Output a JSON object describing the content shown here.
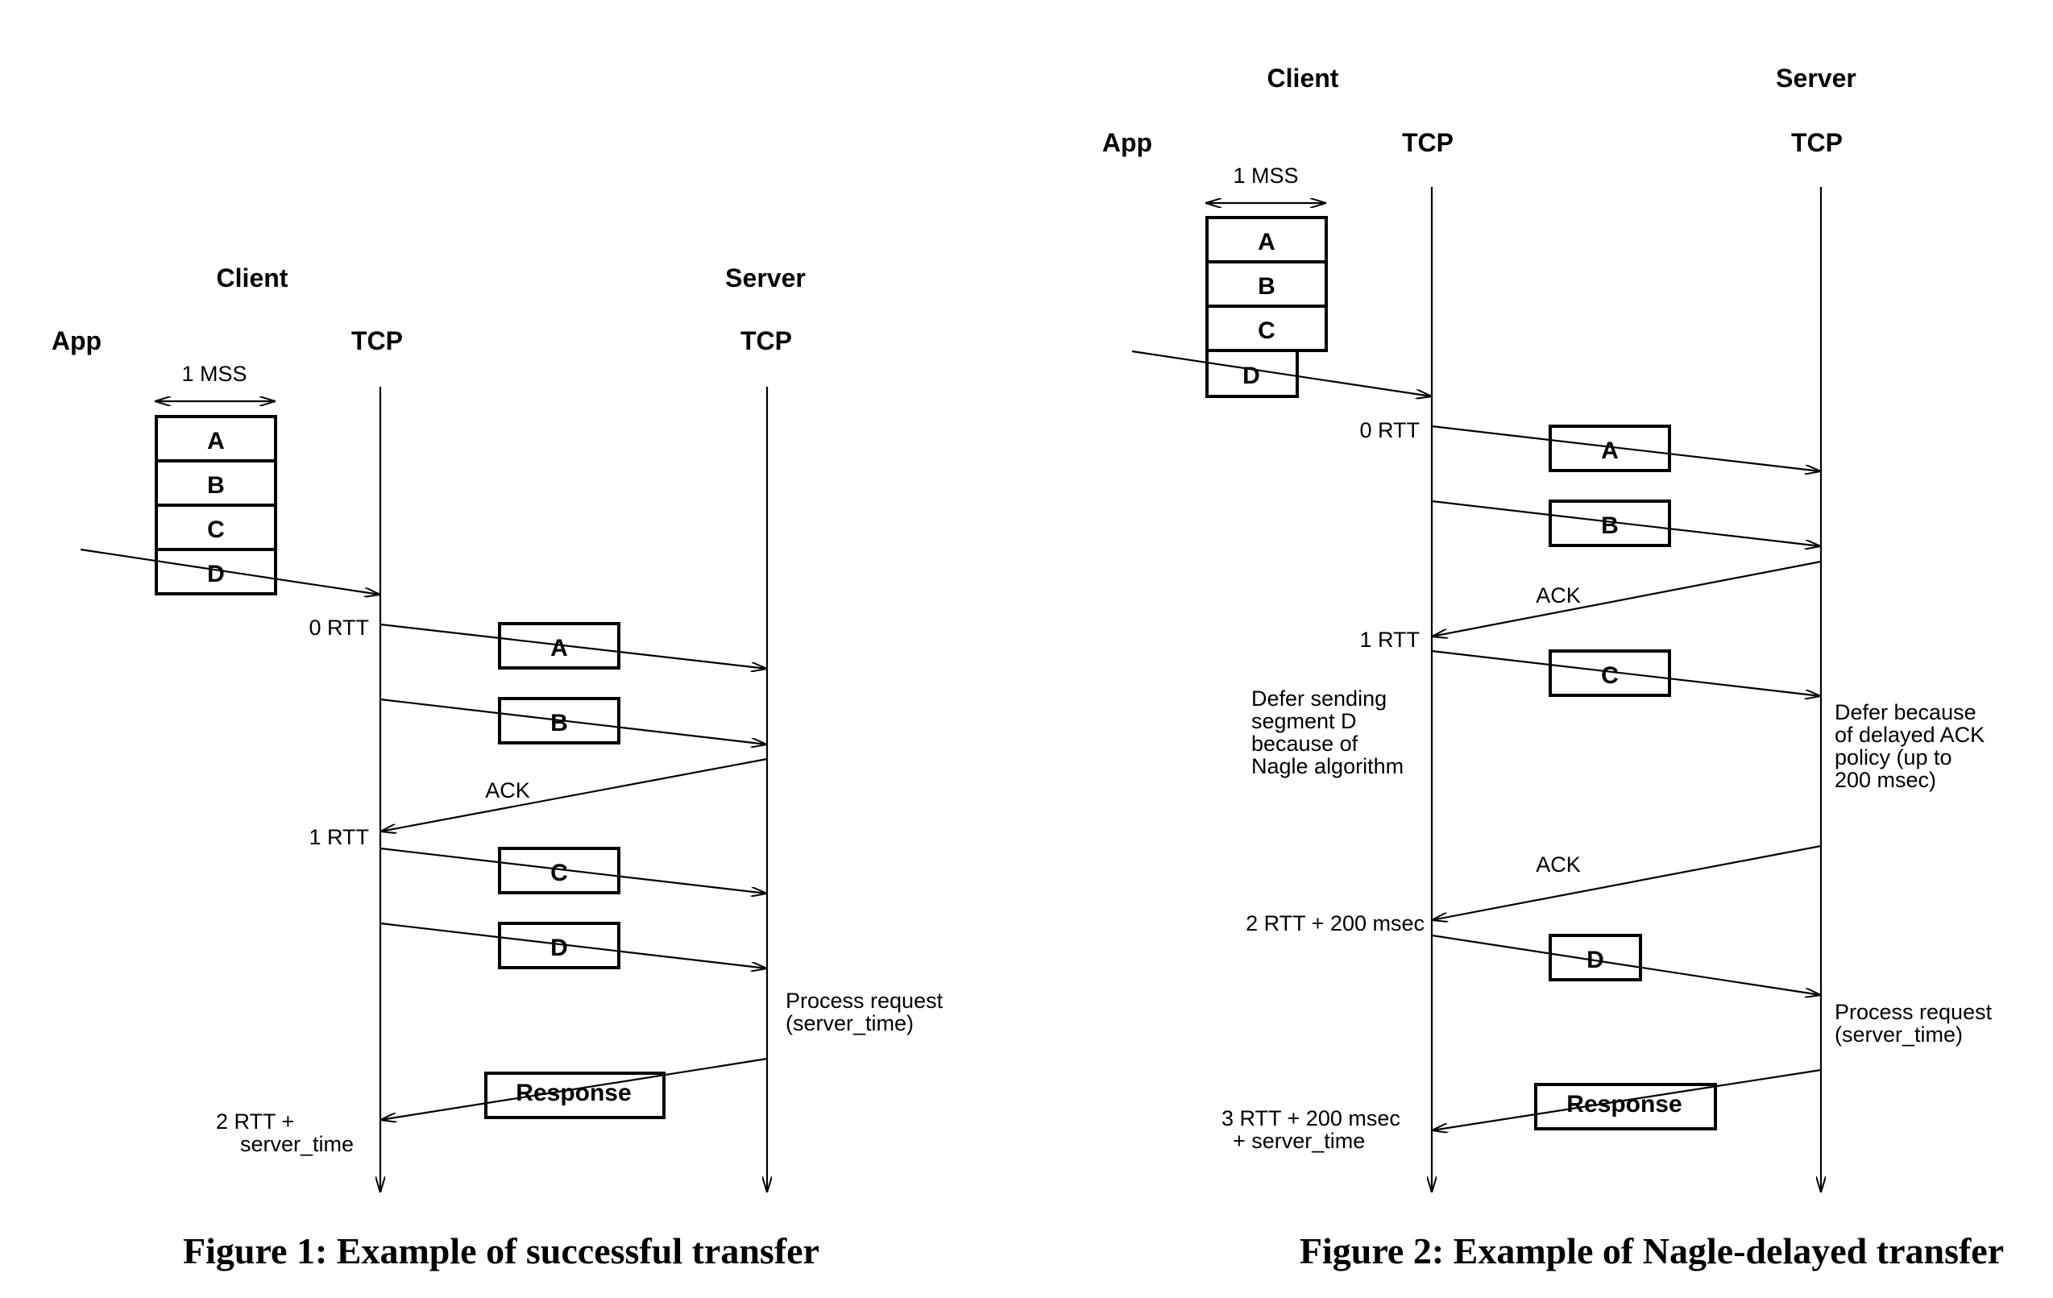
{
  "figures": [
    {
      "caption": "Figure 1: Example of successful transfer",
      "client_label": "Client",
      "server_label": "Server",
      "app_label": "App",
      "client_tcp_label": "TCP",
      "server_tcp_label": "TCP",
      "mss_label": "1 MSS",
      "buffer_segments": [
        "A",
        "B",
        "C",
        "D"
      ],
      "packet_labels": [
        "A",
        "B",
        "C",
        "D"
      ],
      "ack_labels": [
        "ACK"
      ],
      "response_label": "Response",
      "time_labels": {
        "t0": "0 RTT",
        "t1": "1 RTT",
        "t_end": [
          "2 RTT +",
          "server_time"
        ]
      },
      "server_note": [
        "Process request",
        "(server_time)"
      ]
    },
    {
      "caption": "Figure 2: Example of Nagle-delayed transfer",
      "client_label": "Client",
      "server_label": "Server",
      "app_label": "App",
      "client_tcp_label": "TCP",
      "server_tcp_label": "TCP",
      "mss_label": "1 MSS",
      "buffer_segments": [
        "A",
        "B",
        "C",
        "D"
      ],
      "packet_labels": [
        "A",
        "B",
        "C",
        "D"
      ],
      "ack_labels": [
        "ACK",
        "ACK"
      ],
      "response_label": "Response",
      "time_labels": {
        "t0": "0 RTT",
        "t1": "1 RTT",
        "t2": "2 RTT + 200 msec",
        "t_end": [
          "3 RTT + 200 msec",
          "+ server_time"
        ]
      },
      "client_note": [
        "Defer sending",
        "segment D",
        "because of",
        "Nagle algorithm"
      ],
      "server_note_delay": [
        "Defer because",
        "of delayed ACK",
        "policy (up to",
        "200 msec)"
      ],
      "server_note": [
        "Process request",
        "(server_time)"
      ]
    }
  ]
}
